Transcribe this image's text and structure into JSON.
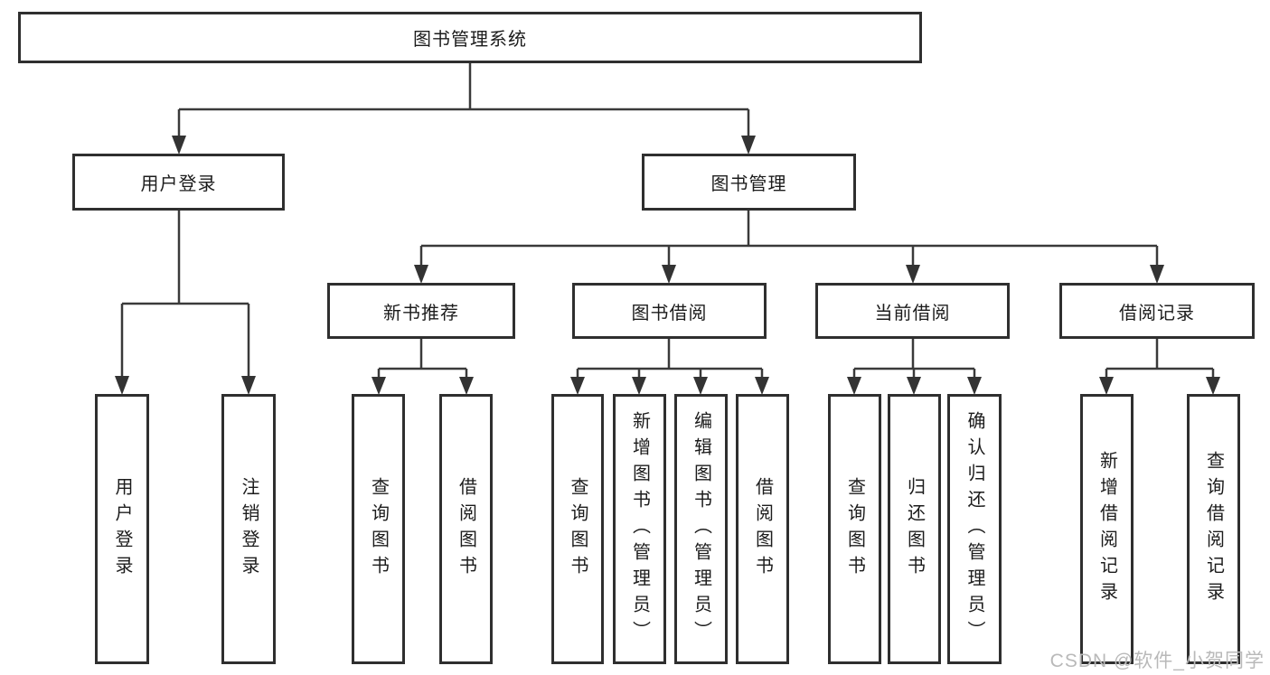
{
  "nodes": {
    "root": "图书管理系统",
    "level2": [
      "用户登录",
      "图书管理"
    ],
    "level3": [
      "新书推荐",
      "图书借阅",
      "当前借阅",
      "借阅记录"
    ],
    "login_leaves": [
      "用户登录",
      "注销登录"
    ],
    "newbook_leaves": [
      "查询图书",
      "借阅图书"
    ],
    "borrow_leaves": [
      "查询图书",
      "新增图书（管理员）",
      "编辑图书（管理员）",
      "借阅图书"
    ],
    "current_leaves": [
      "查询图书",
      "归还图书",
      "确认归还（管理员）"
    ],
    "records_leaves": [
      "新增借阅记录",
      "查询借阅记录"
    ]
  },
  "hierarchy": {
    "图书管理系统": [
      "用户登录",
      "图书管理"
    ],
    "用户登录": [
      "用户登录",
      "注销登录"
    ],
    "图书管理": [
      "新书推荐",
      "图书借阅",
      "当前借阅",
      "借阅记录"
    ],
    "新书推荐": [
      "查询图书",
      "借阅图书"
    ],
    "图书借阅": [
      "查询图书",
      "新增图书（管理员）",
      "编辑图书（管理员）",
      "借阅图书"
    ],
    "当前借阅": [
      "查询图书",
      "归还图书",
      "确认归还（管理员）"
    ],
    "借阅记录": [
      "新增借阅记录",
      "查询借阅记录"
    ]
  },
  "watermark": "CSDN @软件_小贺同学",
  "colors": {
    "line": "#3a3a3a",
    "box_border": "#2f2f2f",
    "text": "#1c1c1c",
    "watermark": "#b9b9b9",
    "background": "#ffffff"
  }
}
